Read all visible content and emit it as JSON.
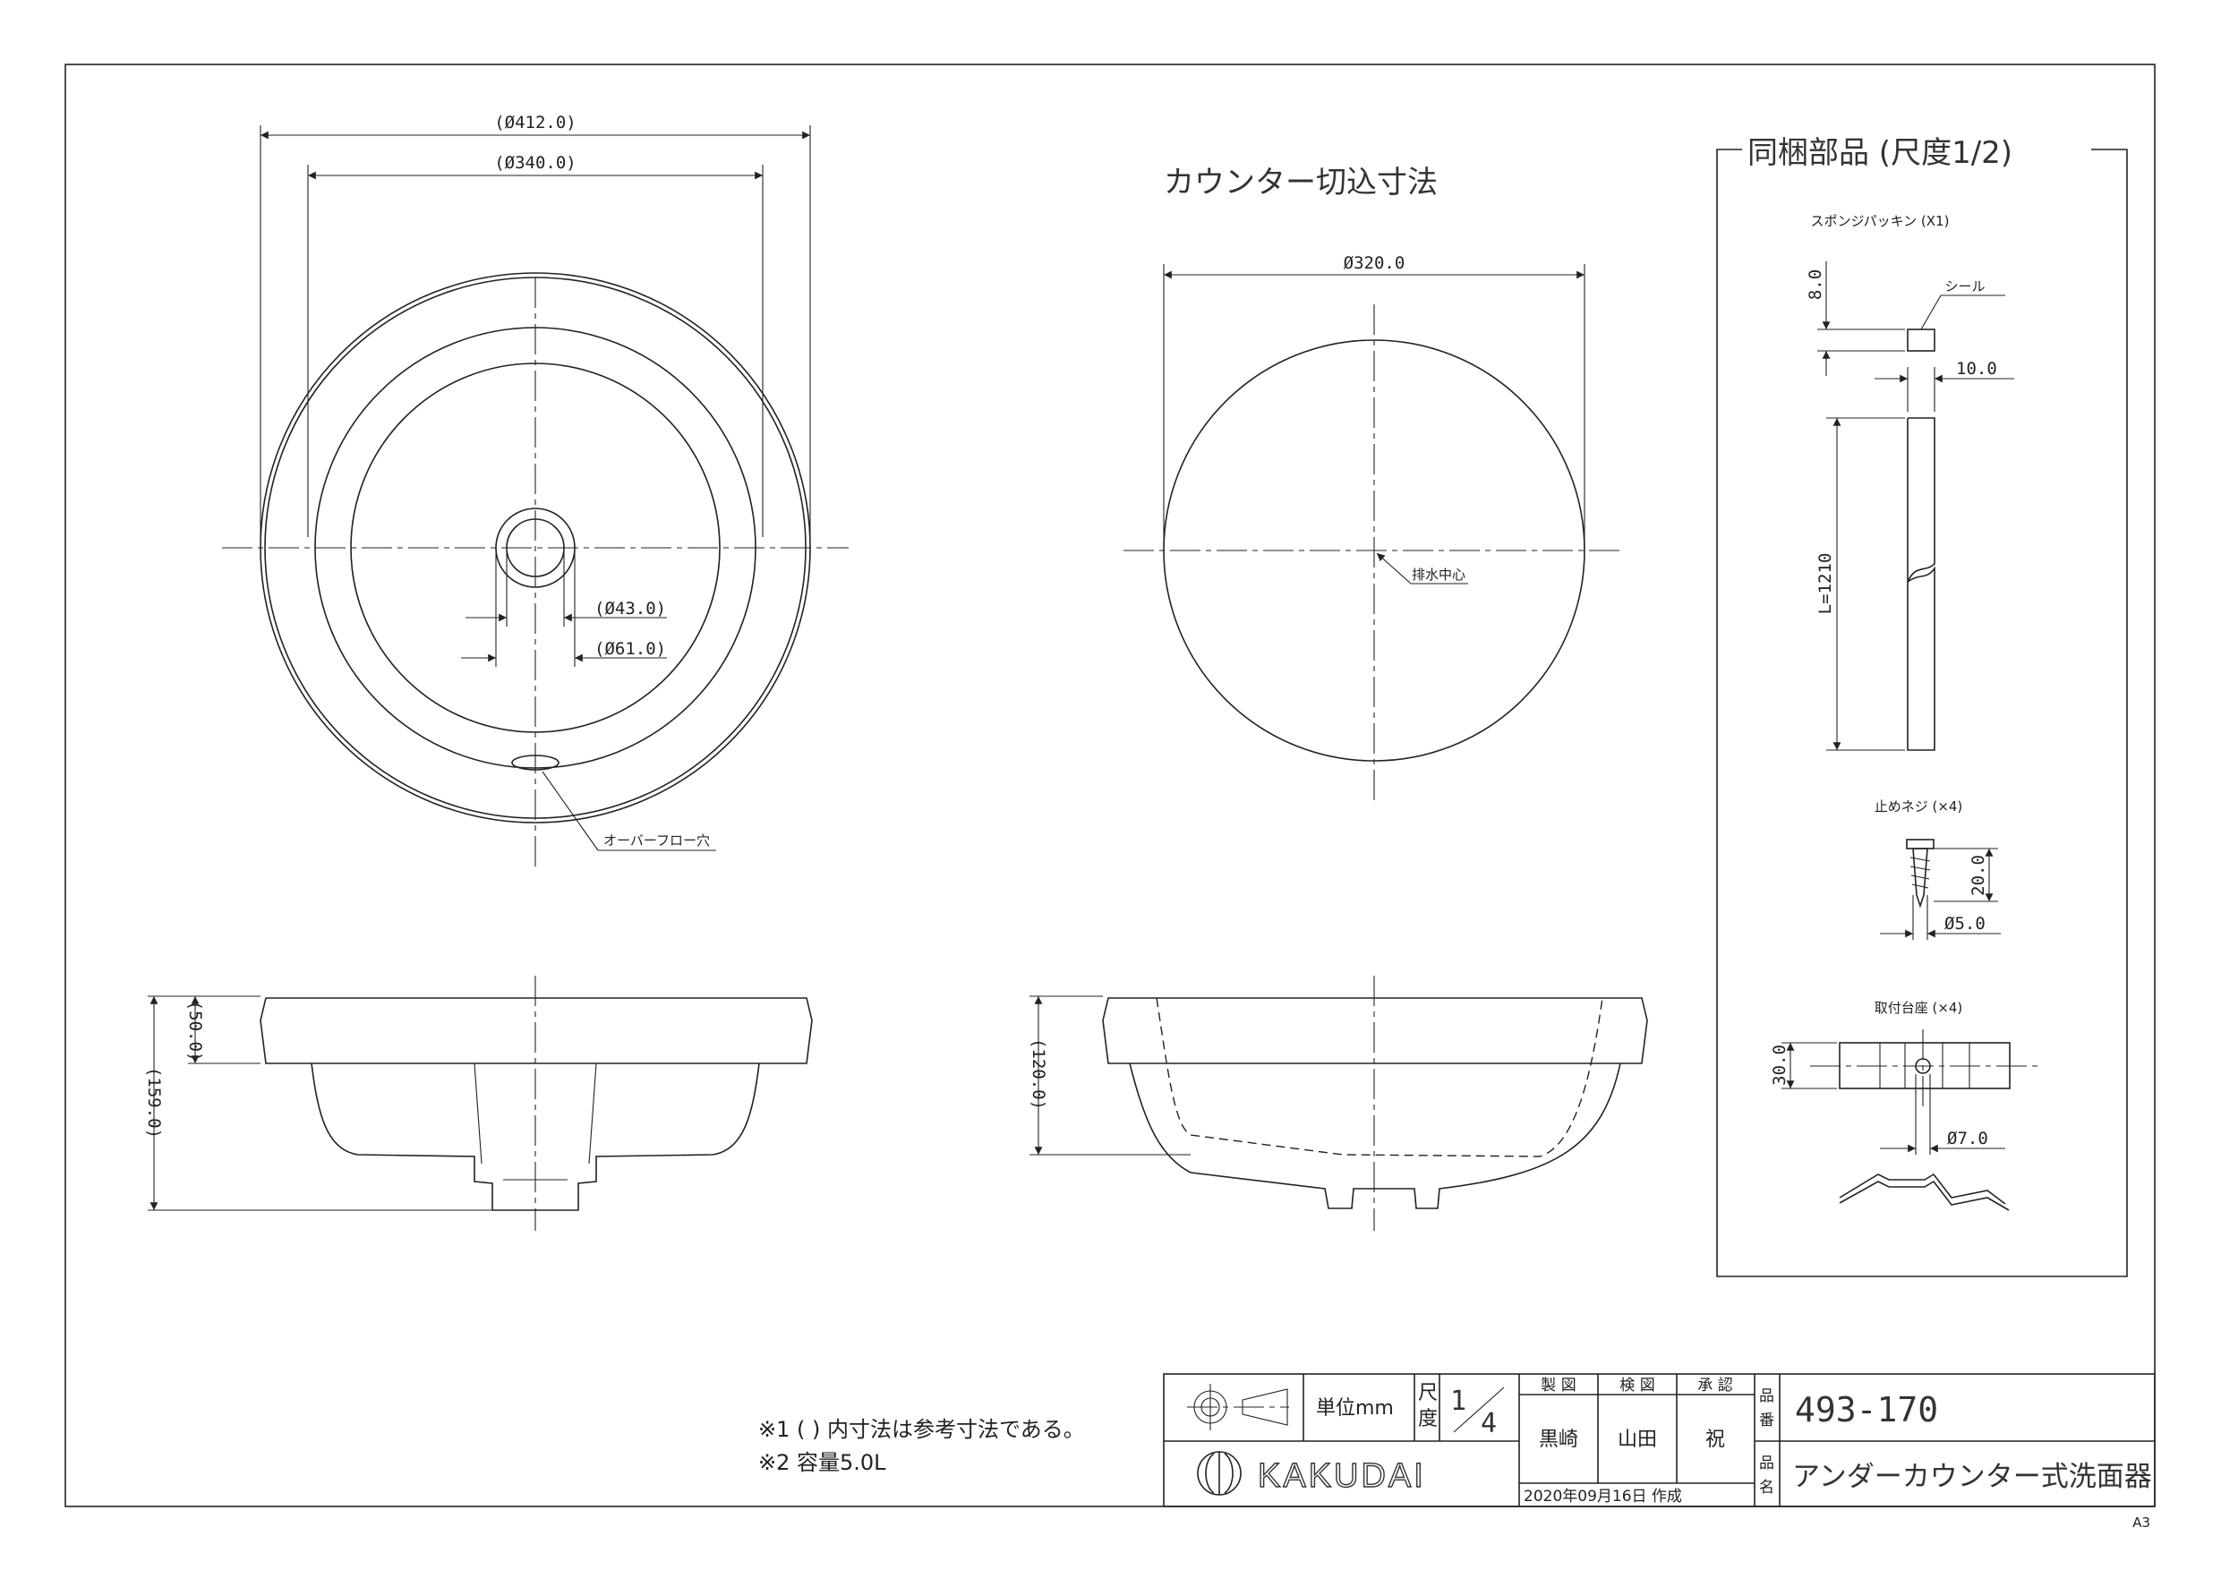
{
  "top_view": {
    "dim_outer": "(Ø412.0)",
    "dim_inner": "(Ø340.0)",
    "dim_drain_inner": "(Ø43.0)",
    "dim_drain_outer": "(Ø61.0)",
    "overflow_label": "オーバーフロー穴"
  },
  "cutout_view": {
    "title": "カウンター切込寸法",
    "dim_cutout": "Ø320.0",
    "drain_center_label": "排水中心"
  },
  "side_view_left": {
    "dim_rim": "(50.0)",
    "dim_total": "(159.0)"
  },
  "side_view_right": {
    "dim_depth": "(120.0)"
  },
  "parts": {
    "title": "同梱部品 (尺度1/2)",
    "sponge_title": "スポンジパッキン (X1)",
    "seal_label": "シール",
    "sponge_h": "8.0",
    "sponge_w": "10.0",
    "sponge_len": "L=1210",
    "screw_title": "止めネジ (×4)",
    "screw_len": "20.0",
    "screw_dia": "Ø5.0",
    "base_title": "取付台座 (×4)",
    "base_h": "30.0",
    "base_hole": "Ø7.0"
  },
  "notes": {
    "note1": "※1 ( ) 内寸法は参考寸法である。",
    "note2": "※2 容量5.0L"
  },
  "title_block": {
    "unit": "単位mm",
    "scale_label1": "尺",
    "scale_label2": "度",
    "scale_num": "1",
    "scale_den": "4",
    "h_seizu": "製 図",
    "h_kenzu": "検 図",
    "h_shonin": "承 認",
    "n_seizu": "黒崎",
    "n_kenzu": "山田",
    "n_shonin": "祝",
    "date": "2020年09月16日 作成",
    "brand": "KAKUDAI",
    "pn_label1": "品",
    "pn_label2": "番",
    "part_number": "493-170",
    "name_label1": "品",
    "name_label2": "名",
    "product_name": "アンダーカウンター式洗面器"
  },
  "sheet_size": "A3"
}
